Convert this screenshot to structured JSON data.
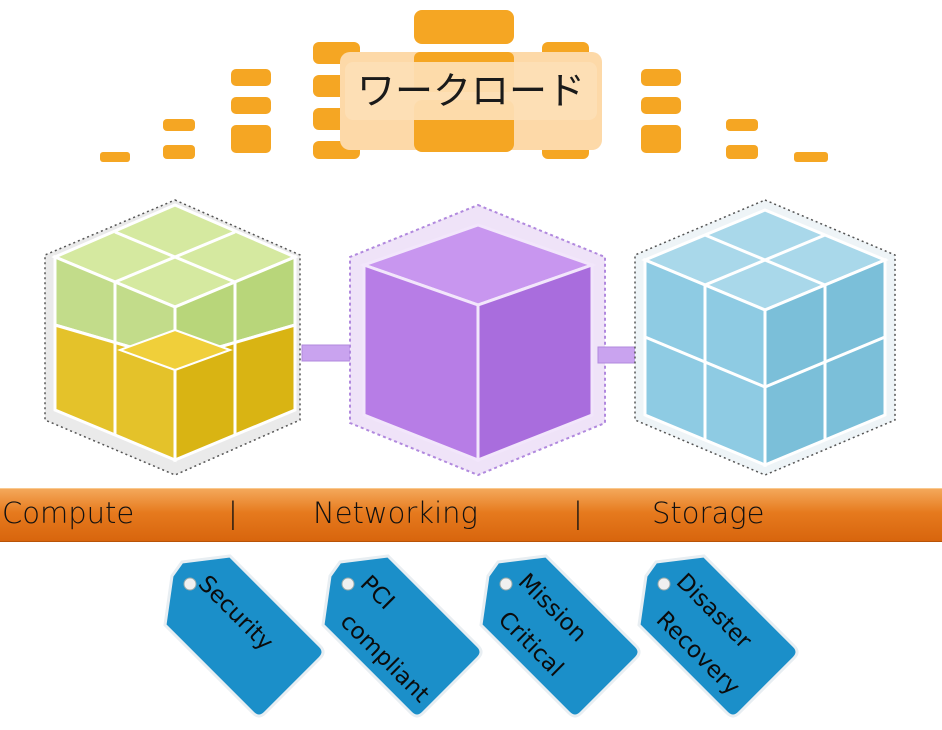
{
  "workload": {
    "label": "ワークロード",
    "color": "#f5a623",
    "label_bg": "#fdd9a8"
  },
  "cubes": [
    {
      "name": "compute-cube",
      "top_color": "#c7e07a",
      "bottom_color": "#e9c31a"
    },
    {
      "name": "networking-cube",
      "color": "#b57de8"
    },
    {
      "name": "storage-cube",
      "color": "#7ec8e3"
    }
  ],
  "bar": {
    "compute": "Compute",
    "sep1": "|",
    "networking": "Networking",
    "sep2": "|",
    "storage": "Storage",
    "color": "#e67a1e"
  },
  "tags": [
    {
      "line1": "Security",
      "line2": ""
    },
    {
      "line1": "PCI",
      "line2": "compliant"
    },
    {
      "line1": "Mission",
      "line2": "Critical"
    },
    {
      "line1": "Disaster",
      "line2": "Recovery"
    }
  ],
  "tag_color": "#1b8fc9"
}
